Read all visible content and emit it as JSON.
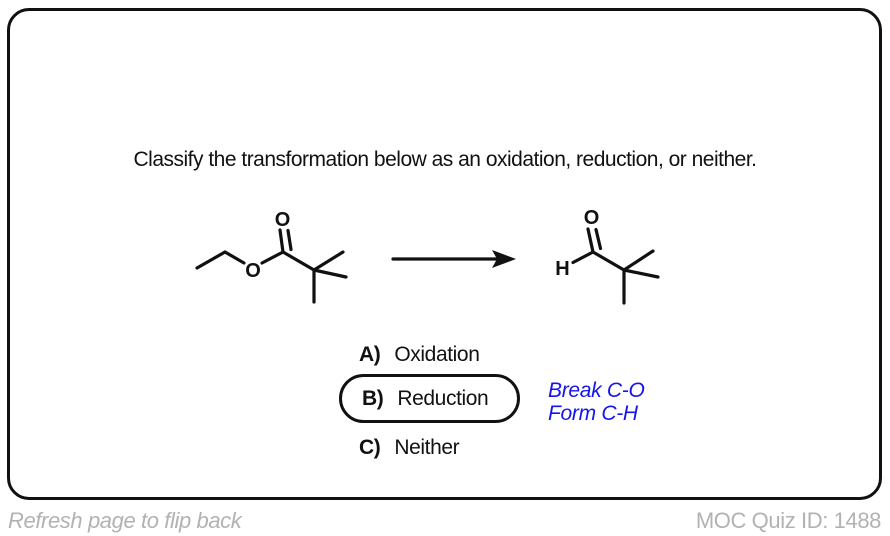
{
  "card": {
    "question": "Classify the transformation below as an oxidation, reduction, or neither."
  },
  "reaction": {
    "reactant_labels": {
      "carbonyl_o": "O",
      "ester_o": "O"
    },
    "product_labels": {
      "carbonyl_o": "O",
      "aldehyde_h": "H"
    }
  },
  "options": [
    {
      "letter": "A)",
      "text": "Oxidation",
      "selected": false
    },
    {
      "letter": "B)",
      "text": "Reduction",
      "selected": true
    },
    {
      "letter": "C)",
      "text": "Neither",
      "selected": false
    }
  ],
  "annotation": {
    "line1": "Break C-O",
    "line2": "Form C-H"
  },
  "footer": {
    "left": "Refresh page to flip back",
    "right": "MOC Quiz ID: 1488"
  },
  "colors": {
    "ink": "#111111",
    "annotation_blue": "#1414f0",
    "footer_gray": "#b2b2b2"
  }
}
